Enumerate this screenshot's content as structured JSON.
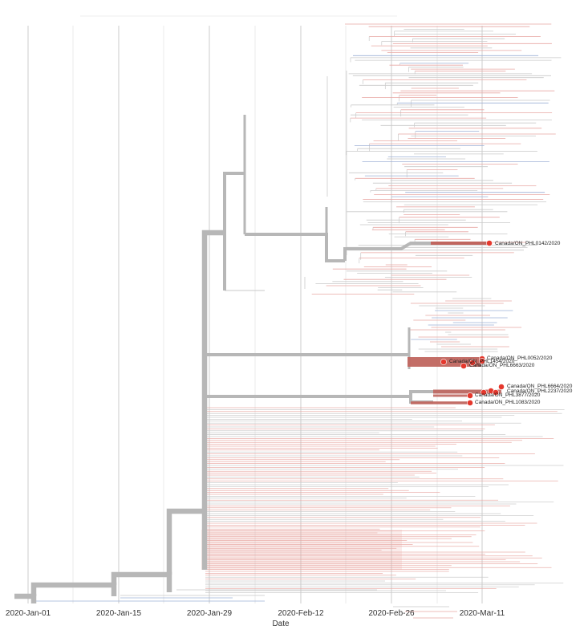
{
  "colors": {
    "trunk": "#b7b7b7",
    "thin_branch": "#c9c9c9",
    "highlight_branch": "#c0665f",
    "tip": "#e5382d",
    "pink_tip": "#e8a7a3",
    "blue_tip": "#9db0d6",
    "grid": "#d0d0d0"
  },
  "axis": {
    "title": "Date",
    "ticks": [
      {
        "label": "2020-Jan-01"
      },
      {
        "label": "2020-Jan-15"
      },
      {
        "label": "2020-Jan-29"
      },
      {
        "label": "2020-Feb-12"
      },
      {
        "label": "2020-Feb-26"
      },
      {
        "label": "2020-Mar-11"
      }
    ]
  },
  "labelled_tips": [
    {
      "name": "Canada/ON_PHL0142/2020"
    },
    {
      "name": "Canada/ON_PHL0052/2020"
    },
    {
      "name": "Canada/ON_PHL1454/2020"
    },
    {
      "name": "Canada/ON_PHL6663/2020"
    },
    {
      "name": "Canada/ON_PHL6664/2020"
    },
    {
      "name": "Canada/ON_PHL2237/2020"
    },
    {
      "name": "Canada/ON_PHL3877/2020"
    },
    {
      "name": "Canada/ON_PHL1083/2020"
    }
  ]
}
